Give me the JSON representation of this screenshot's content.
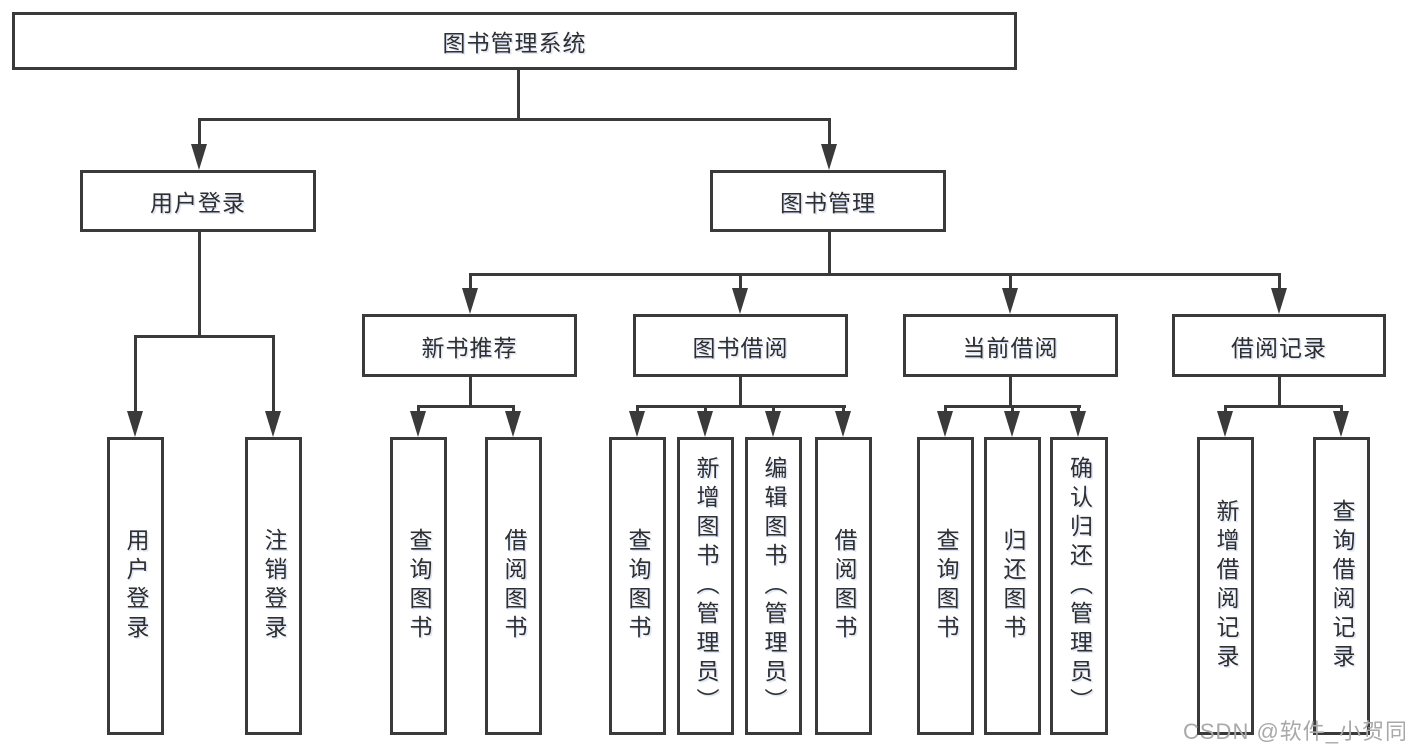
{
  "root": {
    "label": "图书管理系统"
  },
  "level2": {
    "user": {
      "label": "用户登录",
      "children": [
        {
          "label": "用户登录"
        },
        {
          "label": "注销登录"
        }
      ]
    },
    "management": {
      "label": "图书管理",
      "sections": [
        {
          "label": "新书推荐",
          "children": [
            {
              "label": "查询图书"
            },
            {
              "label": "借阅图书"
            }
          ]
        },
        {
          "label": "图书借阅",
          "children": [
            {
              "label": "查询图书"
            },
            {
              "label": "新增图书（管理员）"
            },
            {
              "label": "编辑图书（管理员）"
            },
            {
              "label": "借阅图书"
            }
          ]
        },
        {
          "label": "当前借阅",
          "children": [
            {
              "label": "查询图书"
            },
            {
              "label": "归还图书"
            },
            {
              "label": "确认归还（管理员）"
            }
          ]
        },
        {
          "label": "借阅记录",
          "children": [
            {
              "label": "新增借阅记录"
            },
            {
              "label": "查询借阅记录"
            }
          ]
        }
      ]
    }
  },
  "watermark": {
    "text": "CSDN @软件_小贺同学"
  },
  "colors": {
    "line": "#3a3a3a",
    "text": "#2f2f2f",
    "watermark": "#a9a9a9",
    "background": "#ffffff"
  }
}
